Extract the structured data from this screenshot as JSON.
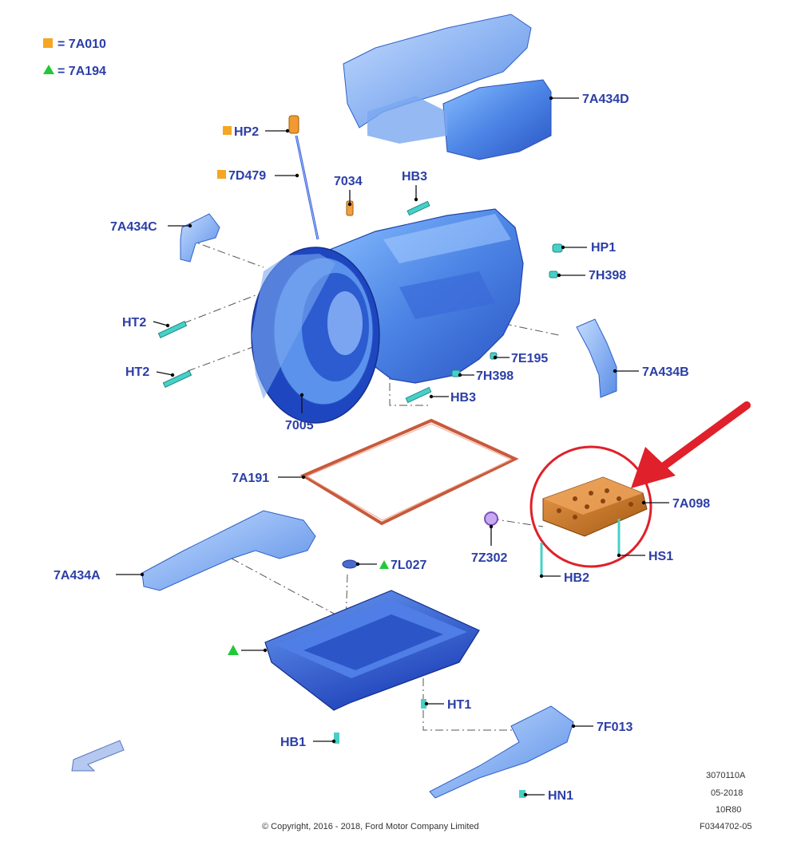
{
  "legend": [
    {
      "symbol": "square",
      "color": "#f5a623",
      "text": "= 7A010"
    },
    {
      "symbol": "triangle",
      "color": "#22c83a",
      "text": "= 7A194"
    }
  ],
  "labels": {
    "hp2": "HP2",
    "d7479": "7D479",
    "p7034": "7034",
    "hb3_top": "HB3",
    "a434d": "7A434D",
    "a434c": "7A434C",
    "hp1": "HP1",
    "h398_top": "7H398",
    "ht2_a": "HT2",
    "ht2_b": "HT2",
    "e195": "7E195",
    "h398_mid": "7H398",
    "a434b": "7A434B",
    "hb3_mid": "HB3",
    "p7005": "7005",
    "a191": "7A191",
    "a098": "7A098",
    "z302": "7Z302",
    "hs1": "HS1",
    "hb2": "HB2",
    "a434a": "7A434A",
    "l027": "7L027",
    "ht1": "HT1",
    "f013": "7F013",
    "hb1": "HB1",
    "hn1": "HN1"
  },
  "footer": {
    "copyright": "© Copyright, 2016 - 2018, Ford Motor Company Limited",
    "code1": "3070110A",
    "code2": "05-2018",
    "code3": "10R80",
    "code4": "F0344702-05"
  },
  "colors": {
    "label": "#2b3ea6",
    "part_blue": "#3f7fe0",
    "highlight_red": "#e0202a",
    "valve_body": "#c8741e",
    "gasket": "#c85a3c",
    "bolt": "#48d0c8"
  }
}
